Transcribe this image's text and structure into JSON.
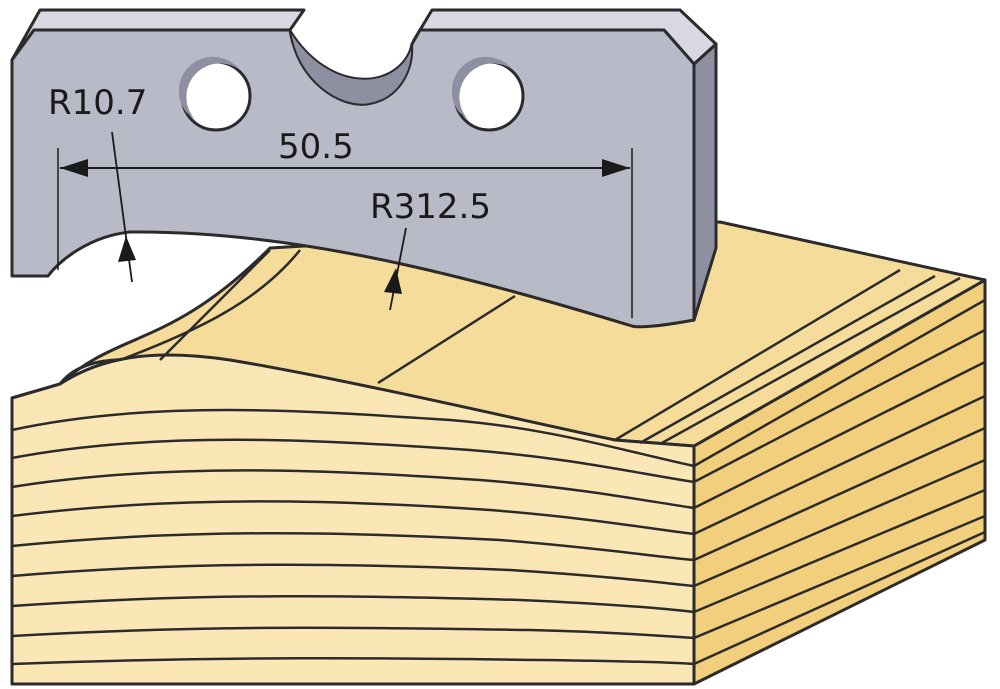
{
  "dimensions": {
    "radius_corner": "R10.7",
    "width": "50.5",
    "radius_profile": "R312.5"
  },
  "colors": {
    "blade_face": "#b9bac8",
    "blade_side": "#8e8fa0",
    "blade_top": "#d7d8e2",
    "outline": "#2b2b2b",
    "wood_top": "#f6dc9a",
    "wood_front": "#fbe7b6",
    "wood_side": "#f2cf7c",
    "grain": "#5a4632"
  }
}
